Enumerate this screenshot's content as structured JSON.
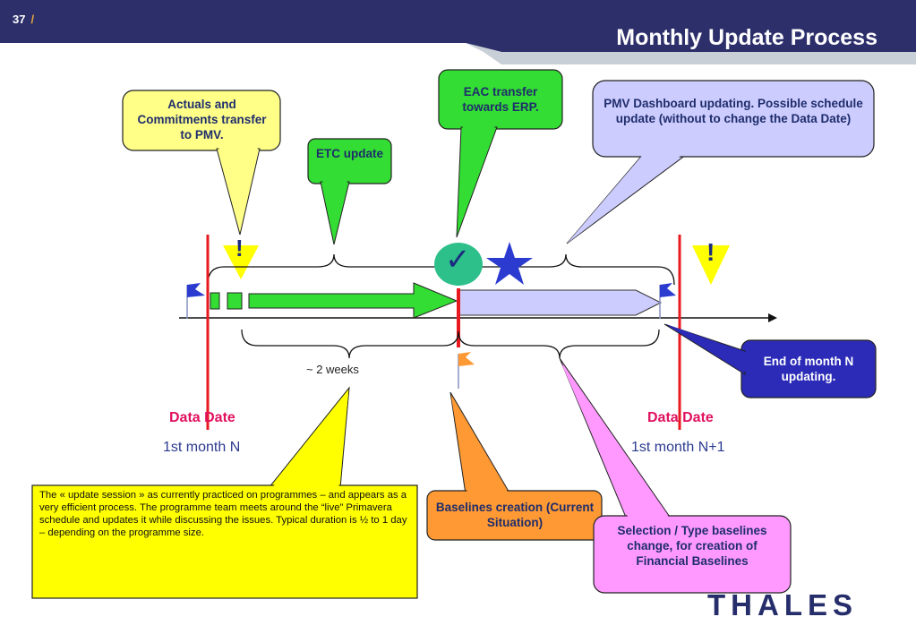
{
  "header": {
    "slide_number": "37",
    "separator": "/",
    "title": "Monthly Update Process",
    "colors": {
      "band": "#2d2f6b",
      "accent_bar": "#c9cfd6",
      "separator": "#e8a33c"
    }
  },
  "callouts": {
    "actuals": "Actuals and Commitments transfer to PMV.",
    "etc": "ETC update",
    "eac": "EAC transfer towards ERP.",
    "pmv": "PMV Dashboard updating. Possible schedule update (without to change the Data Date)",
    "end_month": "End of month N updating.",
    "baselines": "Baselines creation (Current Situation)",
    "selection": "Selection / Type baselines change, for creation of Financial Baselines",
    "session": "The « update session » as currently practiced on programmes – and appears as a very efficient process. The programme team meets around the “live” Primavera  schedule and updates it while discussing the issues. Typical duration is ½ to 1 day – depending on the programme size."
  },
  "timeline": {
    "duration_label": "~ 2 weeks",
    "data_date_left": "Data Date",
    "month_left": "1st month N",
    "data_date_right": "Data Date",
    "month_right": "1st month N+1",
    "warning_symbol": "!",
    "check_symbol": "✓"
  },
  "colors": {
    "yellow": "#ffff00",
    "pale_yellow": "#ffff88",
    "green": "#33dd33",
    "lavender": "#ccccff",
    "navy": "#2b2bb8",
    "orange": "#ff9933",
    "pink": "#ff99ff",
    "red": "#e8191f",
    "teal": "#2ec08a"
  },
  "footer": {
    "logo": "THALES"
  }
}
